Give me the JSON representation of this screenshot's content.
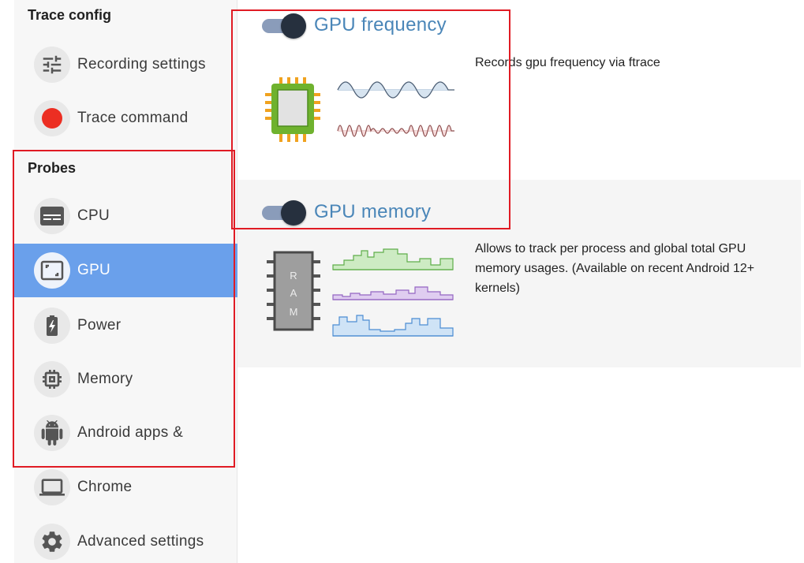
{
  "sidebar": {
    "trace_config_title": "Trace config",
    "config_items": [
      {
        "label": "Recording settings",
        "icon": "sliders-icon"
      },
      {
        "label": "Trace command",
        "icon": "record-icon"
      }
    ],
    "probes_title": "Probes",
    "probe_items": [
      {
        "label": "CPU",
        "icon": "cpu-icon",
        "selected": false
      },
      {
        "label": "GPU",
        "icon": "gpu-icon",
        "selected": true
      },
      {
        "label": "Power",
        "icon": "battery-icon",
        "selected": false
      },
      {
        "label": "Memory",
        "icon": "memory-chip-icon",
        "selected": false
      },
      {
        "label": "Android apps &",
        "icon": "android-icon",
        "selected": false
      },
      {
        "label": "Chrome",
        "icon": "laptop-icon",
        "selected": false
      },
      {
        "label": "Advanced settings",
        "icon": "gear-icon",
        "selected": false
      }
    ]
  },
  "probes": {
    "gpu_frequency": {
      "title": "GPU frequency",
      "description": "Records gpu frequency via ftrace",
      "enabled": true
    },
    "gpu_memory": {
      "title": "GPU memory",
      "description": "Allows to track per process and global total GPU memory usages. (Available on recent Android 12+ kernels)",
      "enabled": true,
      "illustration_text": [
        "R",
        "A",
        "M"
      ]
    }
  },
  "colors": {
    "selected_bg": "#6aa0eb",
    "title_blue": "#4a86b8",
    "toggle_track": "#8a9cba",
    "toggle_knob": "#26303e",
    "highlight_red": "#e01b24"
  }
}
